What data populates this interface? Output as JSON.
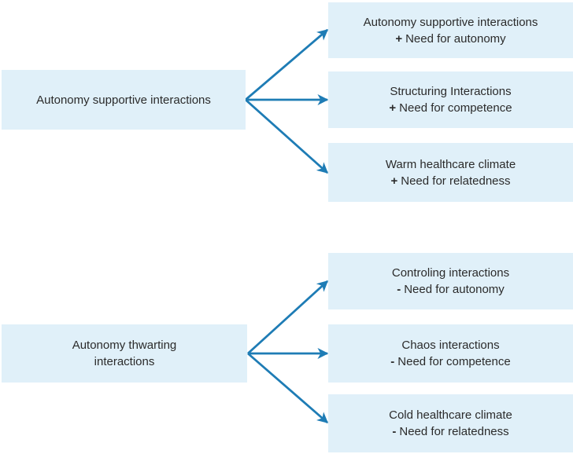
{
  "colors": {
    "background": "#ffffff",
    "box_fill": "#e0f0f9",
    "arrow": "#1e7cb5",
    "text": "#2b2b2b"
  },
  "sections": [
    {
      "source_lines": [
        "Autonomy supportive interactions"
      ],
      "targets": [
        {
          "title": "Autonomy supportive interactions",
          "sign": "+",
          "need": "Need for autonomy"
        },
        {
          "title": "Structuring Interactions",
          "sign": "+",
          "need": "Need for competence"
        },
        {
          "title": "Warm healthcare climate",
          "sign": "+",
          "need": "Need for relatedness"
        }
      ]
    },
    {
      "source_lines": [
        "Autonomy thwarting",
        "interactions"
      ],
      "targets": [
        {
          "title": "Controling interactions",
          "sign": "-",
          "need": "Need for autonomy"
        },
        {
          "title": "Chaos interactions",
          "sign": "-",
          "need": "Need for competence"
        },
        {
          "title": "Cold healthcare climate",
          "sign": "-",
          "need": "Need for relatedness"
        }
      ]
    }
  ]
}
